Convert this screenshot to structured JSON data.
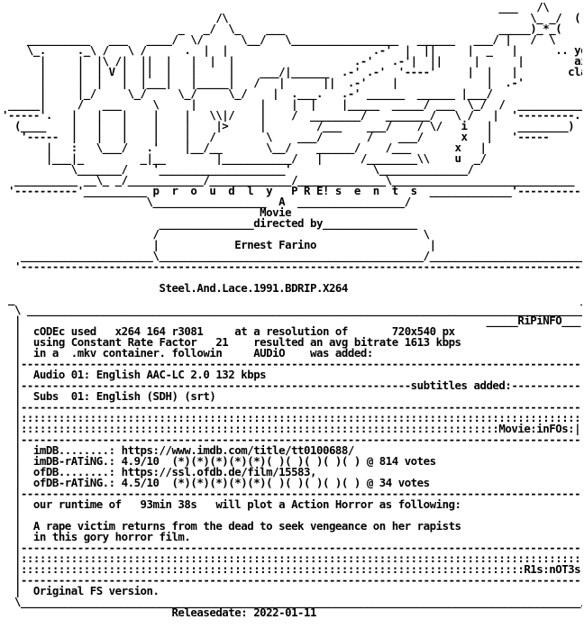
{
  "document": {
    "lines": [
      "                                                                               ___   /\\",
      "                                  /\\                                                \\_ _/  (",
      "                            _   _/  \\_    ___                                  _____)_*_(",
      "    __________   ___   ____/  \\/      \\__/   \\_________________   ______   ___/ |   /  \\",
      "    \\_.     ._\\ /   \\ /      .  |  |                       .-'  |  ||     |  _   |      .. you",
      "      |     |  |\\ /|  ||  |   |  |  |                   .-'   .-'|  ||     |      |        ain't",
      "      |     |  | V |  ||  |   |     |    ___/|______  .-' .-'  '----'     |  |   |        classic!",
      "      |     |  |   |  |___|   |_____|   /   |      ||  .-'    |              |  .-'",
      "      |     |_/     \\_/     \\_/     \\_/    |  .___.   .-' ______  ______ |___/",
      " _____|     /   ___     \\     |          |    |  |    |_____  _____/ ___  \\_/  /  ___________",
      "'-----'.   |   |   |    |    |   \\\\|/    |    /  ________/   _______/   \\ /   |  '---------.",
      "  (____    |   |   |    |    |    |>     |        /___    ___/    / \\/   i   |    ________)",
      "   '-----  |   |   |    |    |   /        \\    ___/       /    ___/      x   |   '-----",
      "       |   :   \\___/   .'    |__/__       \\__/    ______/    /___       x   |",
      "       |___|_         _|__        |___________/   |      /________\\\\    u  _/",
      "           \\_______/    '____________________'             \\______________/",
      "  __________ __\\_ _/____________/_____________/______________\\_____________________________",
      " '----------'__________ p  r  o  u  d  l  y   P R E! s  e  n  t  s  _____________'-----------'",
      "                       \\__________________  A  _________________/",
      "                                         Movie",
      "                         _______________directed by_______________",
      "                        /                                          \\",
      "                        |            Ernest Farino                  |",
      "   _____________________\\__________________________________________/__________________________",
      "  '--------------------------------------------------------------------------------------------'",
      "",
      "                         Steel.And.Lace.1991.BDRIP.X264",
      " _                                                                                          _",
      "  \\ _________________________________________________________________________________________/",
      "  |                                                                          _____RiPiNFO___|",
      "  |  cODEc used   x264 164 r3081     at a resolution of       720x540 px                     |",
      "  |  using Constant Rate Factor   21    resulted an avg bitrate 1613 kbps                    |",
      "  |  in a  .mkv container. followin     AUDiO    was added:                                  |",
      "  |-----------------------------------------------------------------------------------------|",
      "  |  Audio 01: English AAC-LC 2.0 132 kbps                                                   |",
      "  |--------------------------------------------------------------subtitles added:-----------|",
      "  |  Subs  01: English (SDH) (srt)                                                          |",
      "  |-----------------------------------------------------------------------------------------|",
      "  |:::::::::::::::::::::::::::::::::::::::::::::::::::::::::::::::::::::::::::::::::::::::::|",
      "  |::::::::::::::::::::::::::::::::::::::::::::::::::::::::::::::::::::::::::::Movie:inFOs:|",
      "  |-----------------------------------------------------------------------------------------|",
      "  |  imDB........: https://www.imdb.com/title/tt0100688/                                     |",
      "  |  imDB-rATiNG.: 4.9/10  (*)(*)(*)(*)(*)( )( )( )( )( ) @ 814 votes                        |",
      "  |  ofDB........: https://ssl.ofdb.de/film/15583,                                           |",
      "  |  ofDB-rATiNG.: 4.5/10  (*)(*)(*)(*)(*)( )( )( )( )( ) @ 34 votes                         |",
      "  |-----------------------------------------------------------------------------------------|",
      "  |  our runtime of   93min 38s   will plot a Action Horror as following:                    |",
      "  |                                                                                          |",
      "  |  A rape victim returns from the dead to seek vengeance on her rapists                     |",
      "  |  in this gory horror film.                                                               |",
      "  |-----------------------------------------------------------------------------------------|",
      "  |:::::::::::::::::::::::::::::::::::::::::::::::::::::::::::::::::::::::::::::::::::::::::|",
      "  |::::::::::::::::::::::::::::::::::::::::::::::::::::::::::::::::::::::::::::::::R1s:nOT3s:|",
      "  |-----------------------------------------------------------------------------------------|",
      "  |  Original FS version.                                                                    |",
      "  \\_________________________________________________________________________________________/",
      "                           Releasedate: 2022-01-11"
    ]
  }
}
